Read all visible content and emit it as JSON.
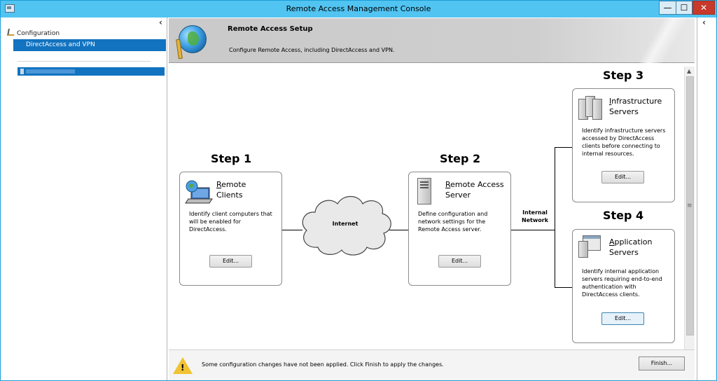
{
  "window": {
    "title": "Remote Access Management Console",
    "controls": {
      "minimize": "—",
      "maximize": "☐",
      "close": "✕"
    }
  },
  "nav": {
    "collapse_glyph": "‹",
    "section_label": "Configuration",
    "selected_item": "DirectAccess and VPN"
  },
  "banner": {
    "title": "Remote Access Setup",
    "subtitle": "Configure Remote Access, including DirectAccess and VPN."
  },
  "steps": [
    {
      "label": "Step 1",
      "title_first": "R",
      "title_rest": "emote",
      "title_line2": "Clients",
      "description": "Identify client computers that will be enabled for DirectAccess.",
      "button": "Edit...",
      "icon": "laptop-network-icon"
    },
    {
      "label": "Step 2",
      "title_first": "R",
      "title_rest": "emote Access",
      "title_line2": "Server",
      "description": "Define configuration and network settings for the Remote Access server.",
      "button": "Edit...",
      "icon": "server-icon"
    },
    {
      "label": "Step 3",
      "title_first": "I",
      "title_rest": "nfrastructure",
      "title_line2": "Servers",
      "description": "Identify infrastructure servers accessed by DirectAccess clients before connecting to internal resources.",
      "button": "Edit...",
      "icon": "servers-icon"
    },
    {
      "label": "Step 4",
      "title_first": "A",
      "title_rest": "pplication",
      "title_line2": "Servers",
      "description": "Identify internal application servers requiring end-to-end authentication with DirectAccess clients.",
      "button": "Edit...",
      "icon": "application-server-icon"
    }
  ],
  "diagram": {
    "internet_label": "Internet",
    "internal_network_label_line1": "Internal",
    "internal_network_label_line2": "Network"
  },
  "status": {
    "message": "Some configuration changes have not been applied. Click Finish to apply the changes.",
    "finish_button": "Finish...",
    "warning_glyph": "!"
  },
  "actions_pane": {
    "collapse_glyph": "‹"
  },
  "scrollbar": {
    "up_glyph": "▲",
    "grip_glyph": "≡"
  },
  "colors": {
    "titlebar": "#51c4f2",
    "selection": "#1273c0",
    "close_button": "#c7392b",
    "warning": "#f1c232"
  }
}
